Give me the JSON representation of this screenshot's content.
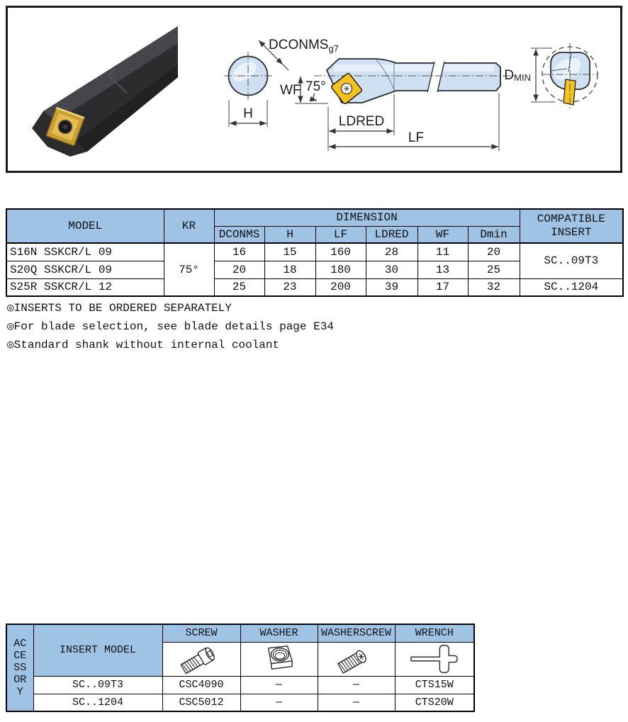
{
  "colors": {
    "header_blue": "#9EC3E5",
    "drawing_body_blue": "#CFE0F3",
    "insert_gold": "#F5C31D"
  },
  "hero": {
    "labels": {
      "dconms": "DCONMS",
      "dconms_tol": "g7",
      "wf": "WF",
      "angle": "75°",
      "h": "H",
      "ldred": "LDRED",
      "lf": "LF",
      "dmin_main": "D",
      "dmin_sub": "MIN"
    }
  },
  "spec_table": {
    "model_header": "MODEL",
    "kr_header": "KR",
    "dimension_header": "DIMENSION",
    "compatible_header": "COMPATIBLE INSERT",
    "dim_columns": [
      "DCONMS",
      "H",
      "LF",
      "LDRED",
      "WF",
      "Dmin"
    ],
    "kr_value": "75°",
    "rows": [
      {
        "model": "S16N SSKCR/L 09",
        "values": [
          "16",
          "15",
          "160",
          "28",
          "11",
          "20"
        ]
      },
      {
        "model": "S20Q SSKCR/L 09",
        "values": [
          "20",
          "18",
          "180",
          "30",
          "13",
          "25"
        ]
      },
      {
        "model": "S25R SSKCR/L 12",
        "values": [
          "25",
          "23",
          "200",
          "39",
          "17",
          "32"
        ]
      }
    ],
    "insert_group_1": "SC..09T3",
    "insert_group_2": "SC..1204"
  },
  "notes": [
    "◎INSERTS TO BE ORDERED SEPARATELY",
    "◎For blade selection, see blade details page E34",
    "◎Standard shank without internal coolant"
  ],
  "accessory_table": {
    "row_header": "ACCESSORY",
    "insert_model_header": "INSERT MODEL",
    "columns": [
      "SCREW",
      "WASHER",
      "WASHERSCREW",
      "WRENCH"
    ],
    "rows": [
      {
        "insert_model": "SC..09T3",
        "screw": "CSC4090",
        "washer": "—",
        "washerscrew": "—",
        "wrench": "CTS15W"
      },
      {
        "insert_model": "SC..1204",
        "screw": "CSC5012",
        "washer": "—",
        "washerscrew": "—",
        "wrench": "CTS20W"
      }
    ]
  }
}
